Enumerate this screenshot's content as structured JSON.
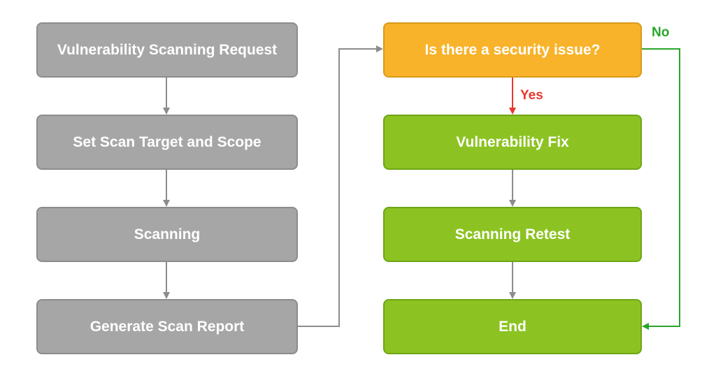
{
  "nodes": {
    "request": "Vulnerability Scanning Request",
    "set_target": "Set Scan Target and Scope",
    "scanning": "Scanning",
    "report": "Generate Scan Report",
    "decision": "Is there a security issue?",
    "fix": "Vulnerability Fix",
    "retest": "Scanning Retest",
    "end": "End"
  },
  "edge_labels": {
    "yes": "Yes",
    "no": "No"
  },
  "colors": {
    "process_gray": "#a6a6a6",
    "decision_orange": "#f8b32a",
    "action_green": "#8cc322",
    "arrow_gray": "#8c8c8c",
    "yes_red": "#e8372b",
    "no_green": "#2aa52a"
  }
}
